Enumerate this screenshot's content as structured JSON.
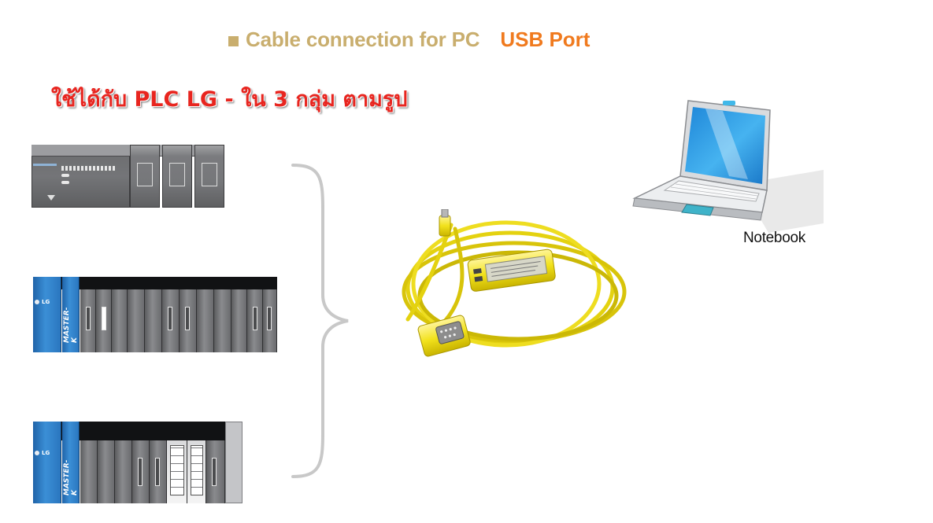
{
  "header": {
    "title": "Cable connection for PC",
    "port": "USB Port",
    "colors": {
      "title": "#c9ae6e",
      "port": "#f07a1e",
      "bullet": "#c9ae6e"
    }
  },
  "note": {
    "text": "ใช้ได้กับ PLC LG - ใน 3 กลุ่ม ตามรูป",
    "color": "#e8251f"
  },
  "devices": {
    "notebook_label": "Notebook",
    "plc_groups": [
      {
        "name": "compact-plc",
        "icon": "plc-compact-icon"
      },
      {
        "name": "rack-plc-large",
        "icon": "plc-rack-icon",
        "logo": "LG",
        "model_text": "MASTER-K"
      },
      {
        "name": "rack-plc-small",
        "icon": "plc-rack-icon",
        "logo": "LG",
        "model_text": "MASTER-K"
      }
    ],
    "cable_icon": "usb-serial-cable-icon",
    "cable_color": "#f2e21c",
    "brace_icon": "curly-brace-icon",
    "laptop_icon": "laptop-icon"
  }
}
